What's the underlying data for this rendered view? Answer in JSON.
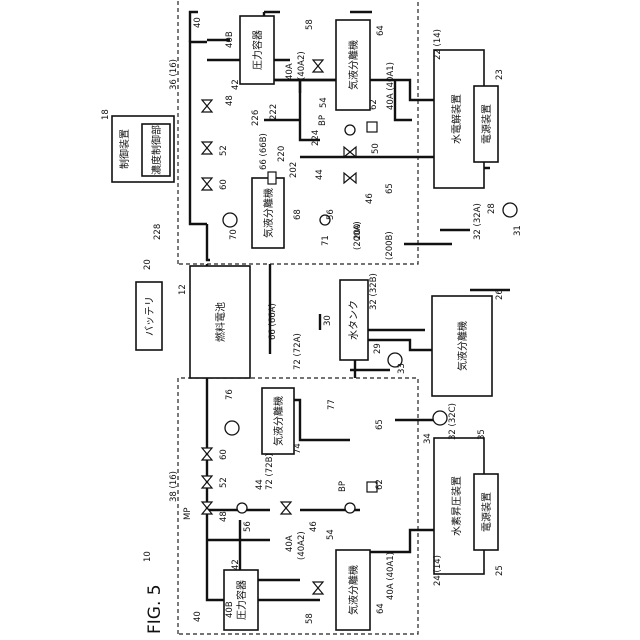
{
  "figure": {
    "title": "FIG. 5",
    "system_ref": "10"
  },
  "components": {
    "control_device": "制御装置",
    "concentration_controller": "濃度制御部",
    "battery": "バッテリ",
    "fuel_cell": "燃料電池",
    "water_tank": "水タンク",
    "gas_liquid_separator": "気液分離機",
    "pressure_vessel": "圧力容器",
    "water_electrolyzer": "水電解装置",
    "hydrogen_booster": "水素昇圧装置",
    "power_supply": "電源装置"
  },
  "refs": {
    "r10": "10",
    "r12": "12",
    "r18": "18",
    "r20": "20",
    "r22": "22 (14)",
    "r23": "23",
    "r24": "24 (14)",
    "r25": "25",
    "r26": "26",
    "r28": "28",
    "r29": "29",
    "r30": "30",
    "r31": "31",
    "r32": "32",
    "r32a": "32 (32A)",
    "r32b": "32 (32B)",
    "r32c": "32 (32C)",
    "r33": "33",
    "r34": "34",
    "r35": "35",
    "r36": "36 (16)",
    "r38": "38 (16)",
    "r40": "40",
    "r40a": "40A",
    "r40a1": "40A (40A1)",
    "r40a2": "(40A2)",
    "r40b": "40B",
    "r42": "42",
    "r44": "44",
    "r46": "46",
    "r48": "48",
    "r50": "50",
    "r52": "52",
    "r54": "54",
    "r56": "56",
    "r58": "58",
    "r60": "60",
    "r62": "62",
    "r64": "64",
    "r65": "65",
    "r66": "66 (66A)",
    "r66b": "66 (66B)",
    "r68": "68",
    "r70": "70",
    "r71": "71",
    "r72": "72 (72A)",
    "r72b": "72 (72B)",
    "r74": "74",
    "r76": "76",
    "r77": "77",
    "r200": "200",
    "r200a": "(200A)",
    "r200b": "(200B)",
    "r202": "202",
    "r220": "220",
    "r222": "222",
    "r224": "224",
    "r226": "226",
    "r228": "228",
    "bp": "BP",
    "mp": "MP"
  }
}
